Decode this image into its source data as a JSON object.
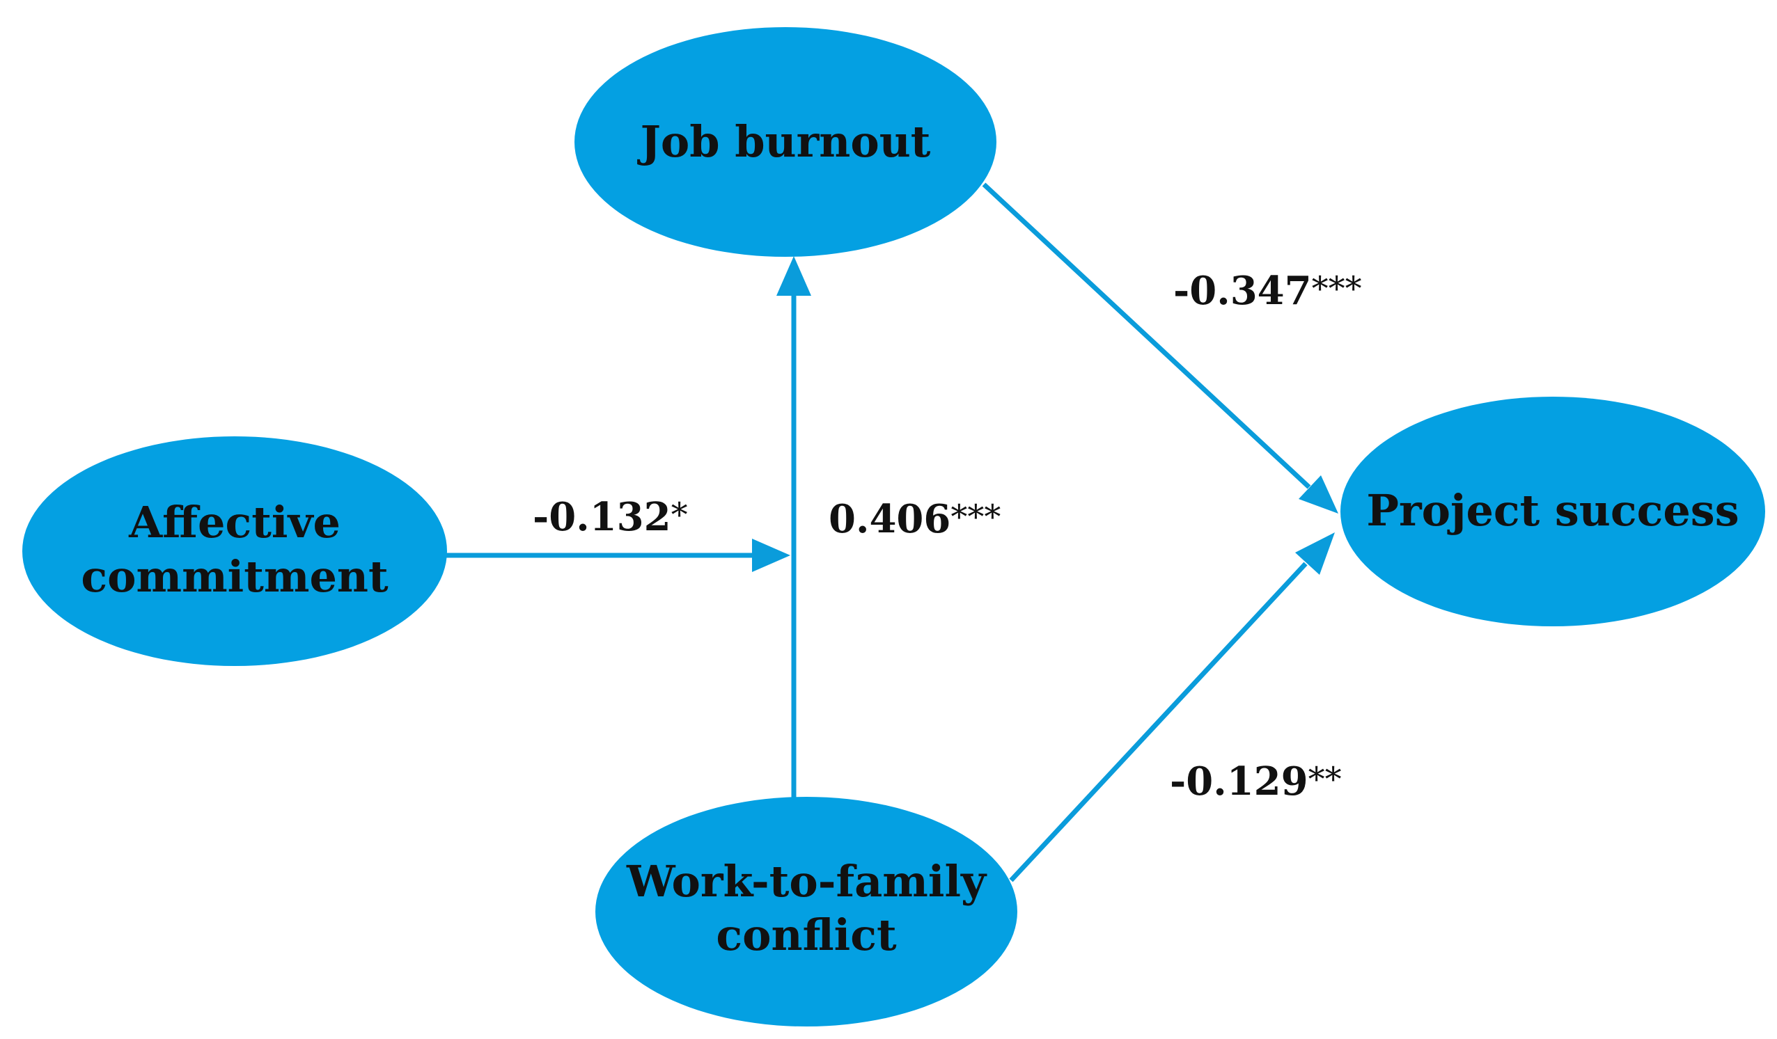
{
  "colors": {
    "node_fill": "#04A0E2",
    "arrow": "#0A9CDB",
    "text": "#111111"
  },
  "nodes": {
    "job_burnout": {
      "label": "Job burnout"
    },
    "affective_commitment": {
      "line1": "Affective",
      "line2": "commitment"
    },
    "project_success": {
      "label": "Project success"
    },
    "work_to_family_conflict": {
      "line1": "Work-to-family",
      "line2": "conflict"
    }
  },
  "paths": {
    "ac_moderation": {
      "coef": "-0.132",
      "sig": "*"
    },
    "wfc_to_jb": {
      "coef": "0.406",
      "sig": "***"
    },
    "jb_to_ps": {
      "coef": "-0.347",
      "sig": "***"
    },
    "wfc_to_ps": {
      "coef": "-0.129",
      "sig": "**"
    }
  }
}
